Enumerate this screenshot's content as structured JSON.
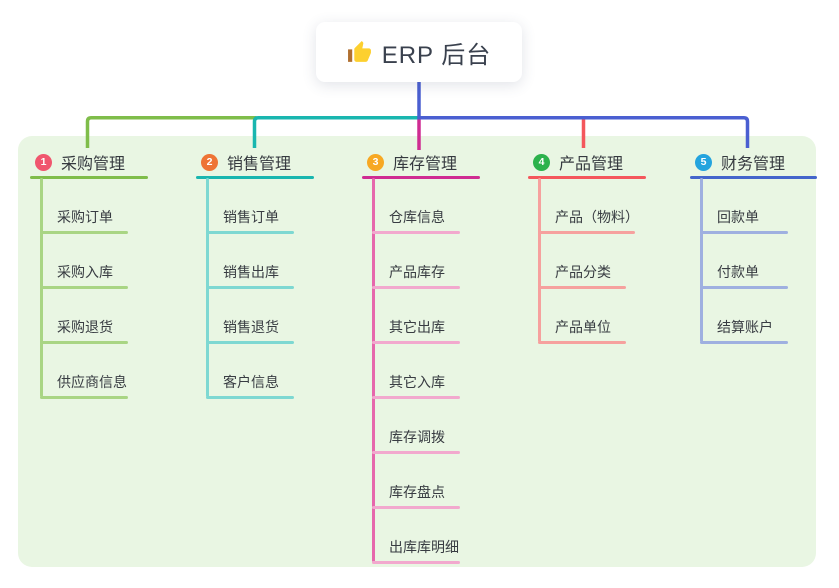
{
  "root": {
    "icon": "thumbs-up-icon",
    "label": "ERP 后台"
  },
  "branches": [
    {
      "badge": "1",
      "label": "采购管理",
      "color": "#7fbd4a",
      "light_color": "#a9d584",
      "badge_color": "#f0566e",
      "children": [
        "采购订单",
        "采购入库",
        "采购退货",
        "供应商信息"
      ]
    },
    {
      "badge": "2",
      "label": "销售管理",
      "color": "#19b6af",
      "light_color": "#7ed8d2",
      "badge_color": "#ee7435",
      "children": [
        "销售订单",
        "销售出库",
        "销售退货",
        "客户信息"
      ]
    },
    {
      "badge": "3",
      "label": "库存管理",
      "color": "#cf2c92",
      "light_color": "#f2a9ce",
      "badge_color": "#f7a823",
      "children": [
        "仓库信息",
        "产品库存",
        "其它出库",
        "其它入库",
        "库存调拨",
        "库存盘点",
        "出库库明细"
      ]
    },
    {
      "badge": "4",
      "label": "产品管理",
      "color": "#f4575c",
      "light_color": "#f6a19e",
      "badge_color": "#2cb24c",
      "children": [
        "产品（物料）",
        "产品分类",
        "产品单位"
      ]
    },
    {
      "badge": "5",
      "label": "财务管理",
      "color": "#4465cb",
      "light_color": "#9fb0e0",
      "badge_color": "#24a4de",
      "children": [
        "回款单",
        "付款单",
        "结算账户"
      ]
    }
  ],
  "canvas": {
    "background": "#ffffff",
    "panel_color": "#e9f6e3",
    "connector_blue": "#4a5fd1",
    "thumb_yellow": "#fdd02f",
    "thumb_cuff": "#b06f30"
  }
}
